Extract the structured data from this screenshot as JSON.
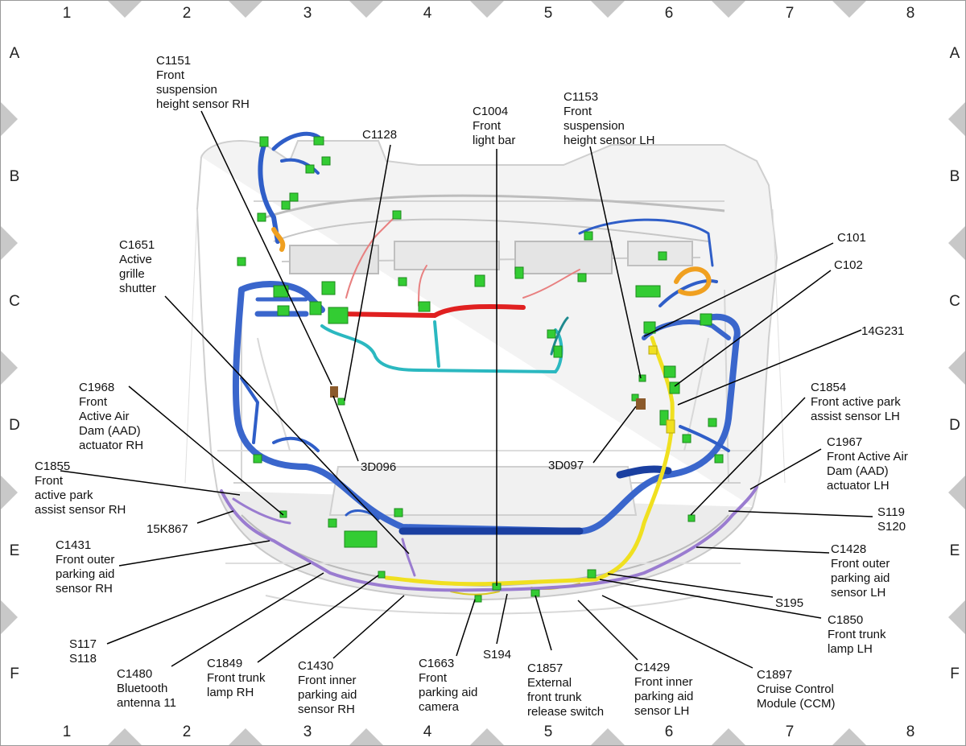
{
  "grid": {
    "columns": [
      "1",
      "2",
      "3",
      "4",
      "5",
      "6",
      "7",
      "8"
    ],
    "rows": [
      "A",
      "B",
      "C",
      "D",
      "E",
      "F"
    ]
  },
  "colors": {
    "harness_blue": "#2f5ec8",
    "harness_darkblue": "#1a3fa0",
    "harness_red": "#e02020",
    "harness_cyan": "#2bb8c0",
    "harness_yellow": "#f0e020",
    "harness_purple": "#9a7cd0",
    "connector_green": "#33cc33",
    "orange": "#f0a020",
    "body_gray": "#d8d8d8"
  },
  "labels": {
    "c1151": [
      "C1151",
      "Front",
      "suspension",
      "height sensor RH"
    ],
    "c1128": [
      "C1128"
    ],
    "c1004": [
      "C1004",
      "Front",
      "light bar"
    ],
    "c1153": [
      "C1153",
      "Front",
      "suspension",
      "height sensor LH"
    ],
    "c1651": [
      "C1651",
      "Active",
      "grille",
      "shutter"
    ],
    "c101": [
      "C101"
    ],
    "c102": [
      "C102"
    ],
    "g14g231": [
      "14G231"
    ],
    "c1968": [
      "C1968",
      "Front",
      "Active Air",
      "Dam (AAD)",
      "actuator RH"
    ],
    "c1854": [
      "C1854",
      "Front active park",
      "assist sensor LH"
    ],
    "c1967": [
      "C1967",
      "Front Active Air",
      "Dam (AAD)",
      "actuator LH"
    ],
    "d3d096": [
      "3D096"
    ],
    "d3d097": [
      "3D097"
    ],
    "c1855": [
      "C1855",
      "Front",
      "active park",
      "assist sensor RH"
    ],
    "k15k867": [
      "15K867"
    ],
    "s119": [
      "S119",
      "S120"
    ],
    "c1431": [
      "C1431",
      "Front outer",
      "parking aid",
      "sensor RH"
    ],
    "c1428": [
      "C1428",
      "Front outer",
      "parking aid",
      "sensor LH"
    ],
    "s195": [
      "S195"
    ],
    "c1850": [
      "C1850",
      "Front trunk",
      "lamp LH"
    ],
    "s117": [
      "S117",
      "S118"
    ],
    "c1480": [
      "C1480",
      "Bluetooth",
      "antenna 11"
    ],
    "c1849": [
      "C1849",
      "Front trunk",
      "lamp RH"
    ],
    "c1430": [
      "C1430",
      "Front inner",
      "parking aid",
      "sensor RH"
    ],
    "c1663": [
      "C1663",
      "Front",
      "parking aid",
      "camera"
    ],
    "s194": [
      "S194"
    ],
    "c1857": [
      "C1857",
      "External",
      "front trunk",
      "release switch"
    ],
    "c1429": [
      "C1429",
      "Front inner",
      "parking aid",
      "sensor LH"
    ],
    "c1897": [
      "C1897",
      "Cruise Control",
      "Module (CCM)"
    ]
  }
}
